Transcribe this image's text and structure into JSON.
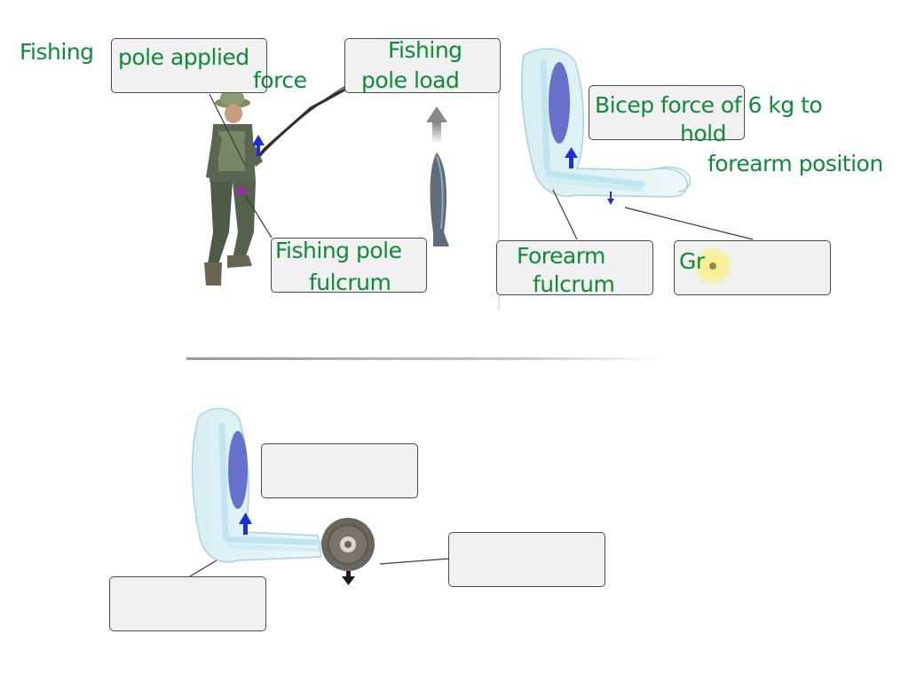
{
  "labels": {
    "fishing_applied_force_line1": "Fishing",
    "fishing_applied_force_line2": "pole applied",
    "fishing_applied_force_line3": "force",
    "fishing_load_line1": "Fishing",
    "fishing_load_line2": "pole load",
    "fishing_fulcrum_line1": "Fishing pole",
    "fishing_fulcrum_line2": "fulcrum",
    "bicep_force_line1": "Bicep force of 6 kg to",
    "bicep_force_line2": "hold",
    "bicep_force_line3": "forearm position",
    "forearm_fulcrum_line1": "Forearm",
    "forearm_fulcrum_line2": "fulcrum",
    "partial_label": "Gr"
  },
  "empty_boxes": [
    "",
    "",
    "",
    ""
  ],
  "colors": {
    "handwriting": "#0e8a3a",
    "force_arrow": "#1a2fd6",
    "fulcrum_marker": "#9a2aa8",
    "muscle": "#5a63c7",
    "bone": "#bfe6ee",
    "weight": "#6b665c",
    "highlight": "#f6ec78"
  },
  "icons": {
    "fisherman": "fisherman-figure",
    "fish": "fish-icon",
    "arm_top": "arm-bicep-figure",
    "arm_bottom": "arm-bicep-figure",
    "weight": "weight-plate-icon"
  }
}
